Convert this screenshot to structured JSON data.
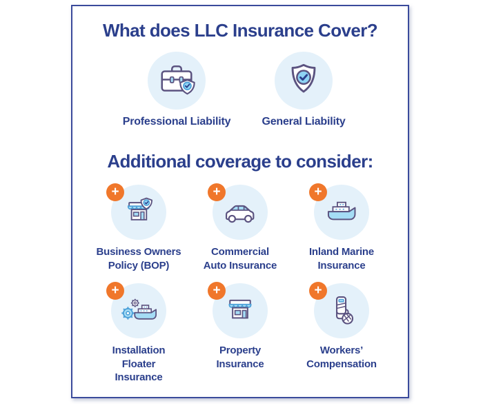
{
  "card": {
    "title": "What does LLC Insurance Cover?",
    "subtitle": "Additional coverage to consider:"
  },
  "plus_badge": "+",
  "primary_coverages": [
    {
      "label": "Professional Liability",
      "icon": "briefcase-shield-icon"
    },
    {
      "label": "General Liability",
      "icon": "shield-check-icon"
    }
  ],
  "additional_coverages": [
    {
      "icon": "storefront-shield-icon",
      "lines": [
        "Business Owners",
        "Policy (BOP)"
      ]
    },
    {
      "icon": "car-icon",
      "lines": [
        "Commercial",
        "Auto Insurance"
      ]
    },
    {
      "icon": "ship-icon",
      "lines": [
        "Inland Marine",
        "Insurance"
      ]
    },
    {
      "icon": "gears-ship-icon",
      "lines": [
        "Installation",
        "Floater",
        "Insurance"
      ]
    },
    {
      "icon": "storefront-awning-icon",
      "lines": [
        "Property",
        "Insurance"
      ]
    },
    {
      "icon": "leg-cast-icon",
      "lines": [
        "Workers’",
        "Compensation"
      ]
    }
  ],
  "colors": {
    "heading_navy": "#2b3f8c",
    "card_border": "#3a4a9b",
    "badge_orange": "#f0772b",
    "icon_circle_bg": "#e4f1fa",
    "icon_outline_purple": "#5b5380",
    "icon_blue": "#4a9fd8",
    "icon_light_blue": "#a5dcf5",
    "check_circle_blue": "#8ed3f4",
    "page_bg": "#ffffff"
  }
}
